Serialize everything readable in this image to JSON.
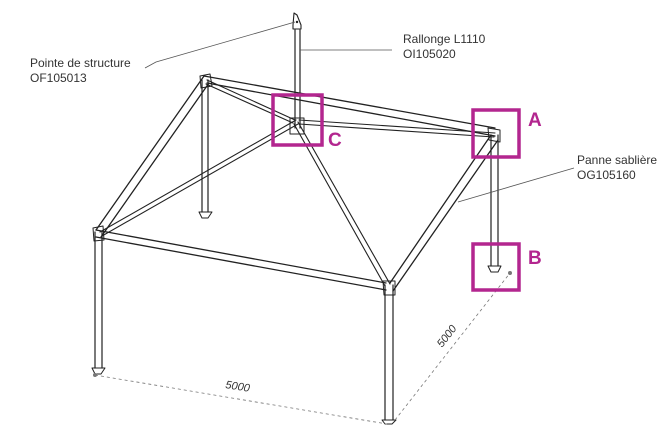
{
  "labels": {
    "pointe": {
      "line1": "Pointe de structure",
      "line2": "OF105013"
    },
    "rallonge": {
      "line1": "Rallonge L1110",
      "line2": "OI105020"
    },
    "panne": {
      "line1": "Panne sablière",
      "line2": "OG105160"
    }
  },
  "markers": {
    "a": "A",
    "b": "B",
    "c": "C"
  },
  "dimensions": {
    "front": "5000",
    "side": "5000"
  },
  "colors": {
    "highlight": "#b3268f",
    "structure": "#222222",
    "leader": "#555555",
    "text": "#333333"
  }
}
